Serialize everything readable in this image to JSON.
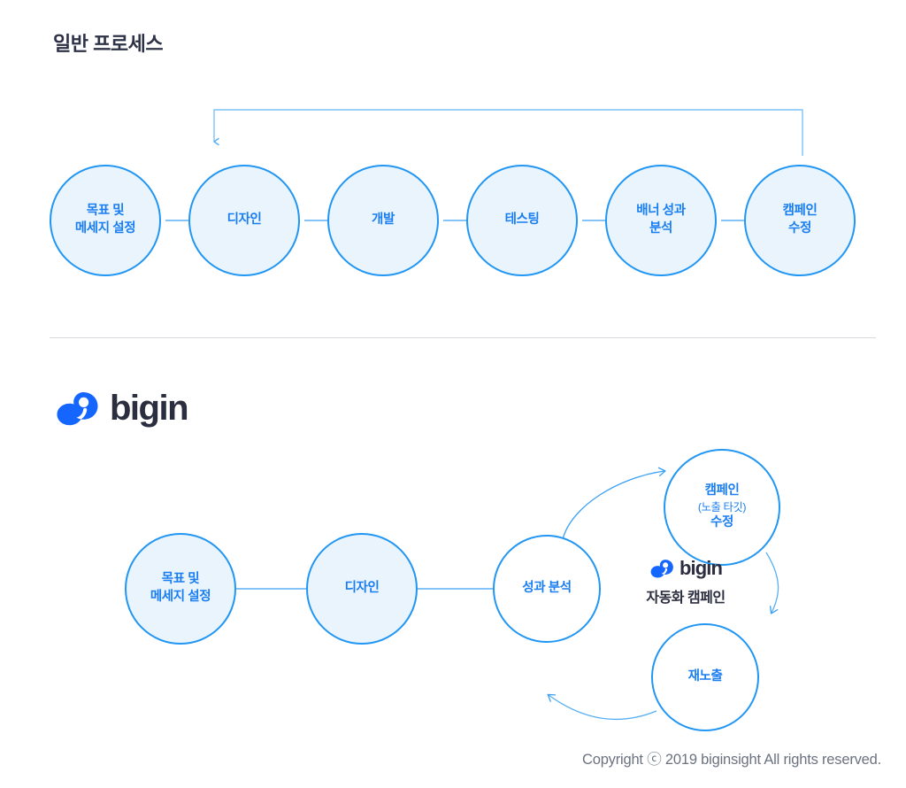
{
  "page": {
    "background": "#ffffff",
    "accent_blue": "#2196f3",
    "text_blue": "#1a7ef0",
    "node_fill": "#e9f4fd",
    "title_color": "#2e3246",
    "footer_color": "#6b7280"
  },
  "section_title": "일반 프로세스",
  "top_flow": {
    "nodes": [
      {
        "lines": [
          "목표 및",
          "메세지 설정"
        ]
      },
      {
        "lines": [
          "디자인"
        ]
      },
      {
        "lines": [
          "개발"
        ]
      },
      {
        "lines": [
          "테스팅"
        ]
      },
      {
        "lines": [
          "배너 성과",
          "분석"
        ]
      },
      {
        "lines": [
          "캠페인",
          "수정"
        ]
      }
    ],
    "feedback_arrow": "loop-back-to-design"
  },
  "brand": {
    "logo_name": "bigin-cloud-logo",
    "wordmark": "bigin"
  },
  "bottom_flow": {
    "nodes": [
      {
        "lines": [
          "목표 및",
          "메세지 설정"
        ]
      },
      {
        "lines": [
          "디자인"
        ]
      },
      {
        "lines": [
          "성과 분석"
        ]
      }
    ],
    "cycle": [
      {
        "lines": [
          "캠페인",
          "(노출 타깃)",
          "수정"
        ],
        "sub_index": 1
      },
      {
        "lines": [
          "재노출"
        ]
      }
    ],
    "center_label": {
      "wordmark": "bigin",
      "caption": "자동화 캠페인"
    }
  },
  "footer": "Copyright ⓒ 2019 biginsight All rights reserved."
}
